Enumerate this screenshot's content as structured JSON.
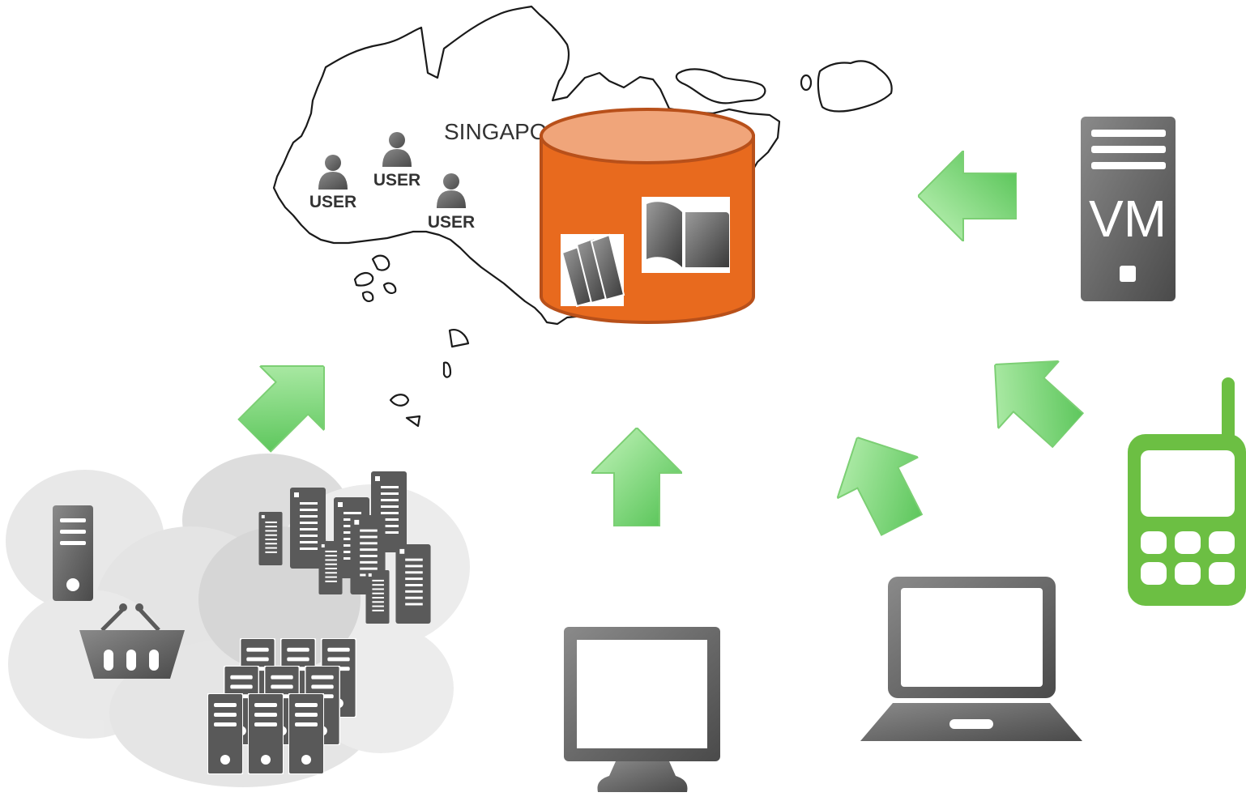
{
  "map": {
    "label": "SINGAPO"
  },
  "users": [
    "USER",
    "USER",
    "USER"
  ],
  "vm": {
    "label": "VM"
  },
  "colors": {
    "database_body": "#e86a1e",
    "database_top": "#f0a57a",
    "database_stroke": "#b8501a",
    "arrow_green_light": "#b8f0b0",
    "arrow_green_dark": "#5cc85a",
    "device_gray": "#6e6e6e",
    "phone_green": "#6cbf43",
    "cloud_gray": "#e6e6e6"
  },
  "icons": {
    "map": "singapore-map-outline",
    "database": "database-cylinder-icon",
    "user": "user-icon",
    "books": "books-icon",
    "open_book": "open-book-icon",
    "virtual_machine": "vm-server-icon",
    "mobile_phone": "mobile-phone-icon",
    "laptop": "laptop-icon",
    "desktop_monitor": "desktop-monitor-icon",
    "cloud": "cloud-datacenter-icon",
    "shopping_basket": "shopping-basket-icon",
    "arrow": "green-arrow-icon"
  }
}
